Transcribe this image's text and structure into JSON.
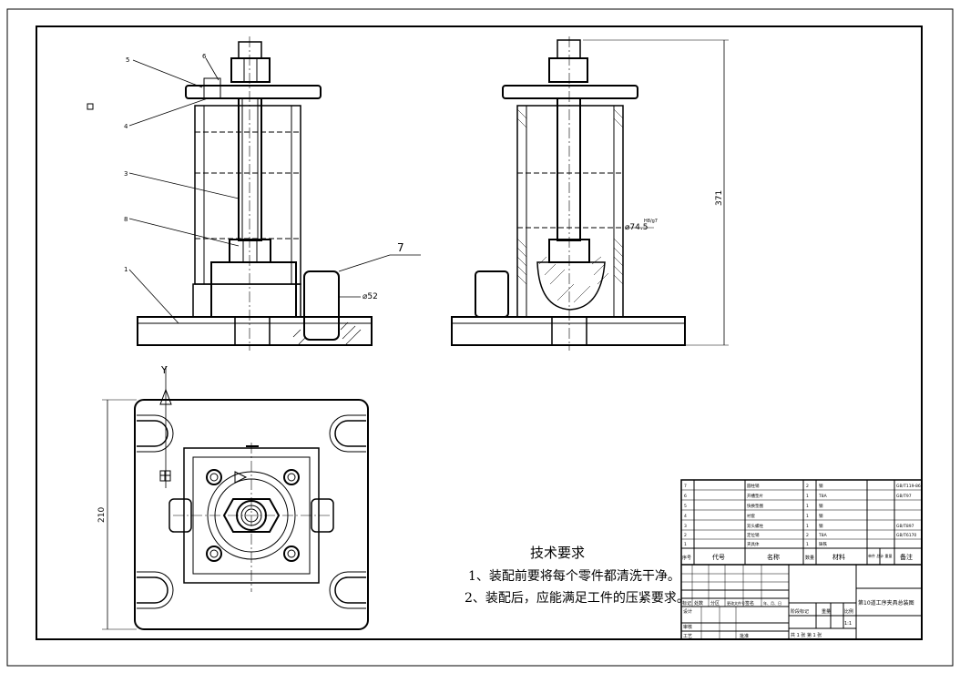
{
  "technical_requirements": {
    "title": "技术要求",
    "line1": "1、装配前要将每个零件都清洗干净。",
    "line2": "2、装配后，应能满足工件的压紧要求。"
  },
  "balloons": [
    "5",
    "6",
    "4",
    "3",
    "8",
    "1",
    "7"
  ],
  "dimensions": {
    "diameter_52": "⌀52",
    "diameter_74": "⌀74.5",
    "diameter_74_fit": "H8/g7",
    "height_371": "371",
    "width_210": "210"
  },
  "axis_label": "Y",
  "parts_table": {
    "rows": [
      {
        "no": "7",
        "name": "圆柱销",
        "qty": "2",
        "material": "钢",
        "remark": "GB/T119-86"
      },
      {
        "no": "6",
        "name": "开槽垫片",
        "qty": "1",
        "material": "T8A",
        "remark": "GB/T97"
      },
      {
        "no": "5",
        "name": "快换垫圈",
        "qty": "1",
        "material": "钢",
        "remark": ""
      },
      {
        "no": "4",
        "name": "衬套",
        "qty": "1",
        "material": "钢",
        "remark": ""
      },
      {
        "no": "3",
        "name": "双头螺柱",
        "qty": "1",
        "material": "钢",
        "remark": "GB/T897"
      },
      {
        "no": "2",
        "name": "定位销",
        "qty": "2",
        "material": "T8A",
        "remark": "GB/T6170"
      },
      {
        "no": "1",
        "name": "夹具体",
        "qty": "1",
        "material": "铸铁",
        "remark": ""
      }
    ],
    "header": {
      "no": "序号",
      "code": "代号",
      "name": "名称",
      "qty": "数量",
      "material": "材料",
      "weight": "单件 总计 重量",
      "remark": "备注"
    }
  },
  "title_block": {
    "drawing_title": "第10道工序夹具总装图",
    "stage": "阶段标记",
    "weight": "重量",
    "scale": "比例",
    "scale_value": "1:1",
    "sheets": "共 1 张  第 1 张",
    "design": "设计",
    "review": "审核",
    "process": "工艺",
    "approve": "批准",
    "mark": "标记",
    "count": "处数",
    "zone": "分区",
    "change_doc": "更改文件号",
    "sign": "签名",
    "date": "年、月、日"
  }
}
